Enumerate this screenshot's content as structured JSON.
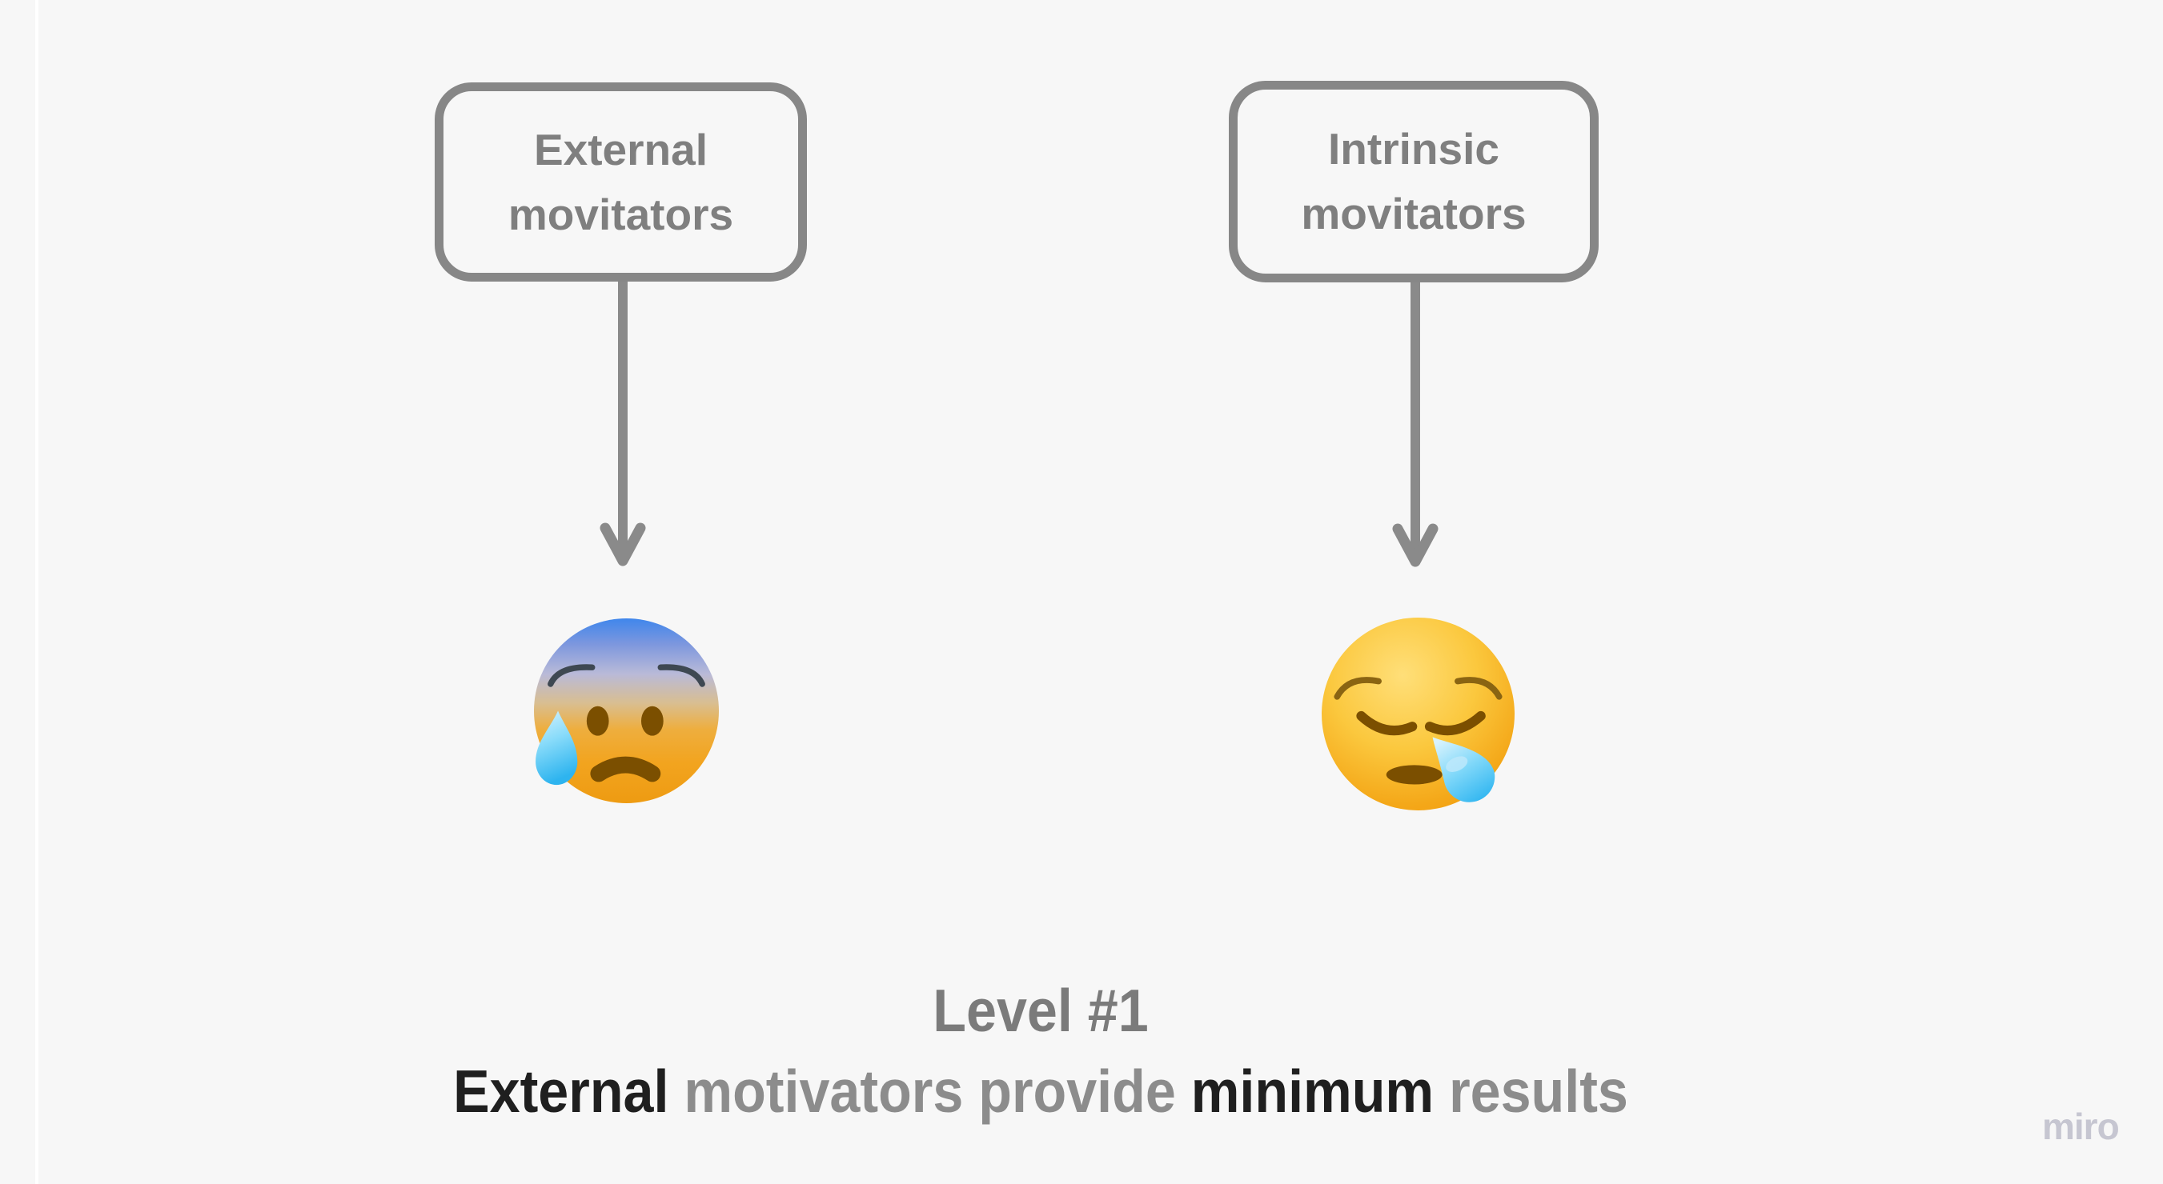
{
  "canvas": {
    "background": "#f7f7f7",
    "frame_divider_color": "#ffffff"
  },
  "nodes": [
    {
      "id": "external-motivators",
      "label": "External\nmovitators"
    },
    {
      "id": "intrinsic-motivators",
      "label": "Intrinsic\nmovitators"
    }
  ],
  "connectors": [
    {
      "from": "external-motivators",
      "direction": "down"
    },
    {
      "from": "intrinsic-motivators",
      "direction": "down"
    }
  ],
  "emojis": [
    {
      "id": "left",
      "name": "anxious-face-with-cold-sweat",
      "char": "😰"
    },
    {
      "id": "right",
      "name": "sleepy-face",
      "char": "😪"
    }
  ],
  "caption": {
    "line1": "Level #1",
    "line2_segments": [
      {
        "text": "External ",
        "tone": "dark"
      },
      {
        "text": "motivators provide ",
        "tone": "gray"
      },
      {
        "text": "minimum",
        "tone": "dark"
      },
      {
        "text": " results",
        "tone": "gray"
      }
    ]
  },
  "watermark": {
    "label": "miro",
    "color": "#c6c6d1"
  },
  "colors": {
    "background": "#f7f7f7",
    "node_border": "#878787",
    "node_text": "#7f7f7f",
    "arrow": "#8a8a8a",
    "caption_heading": "#7b7b7b",
    "caption_dark": "#1f1f1f",
    "caption_gray": "#8c8c8c"
  }
}
